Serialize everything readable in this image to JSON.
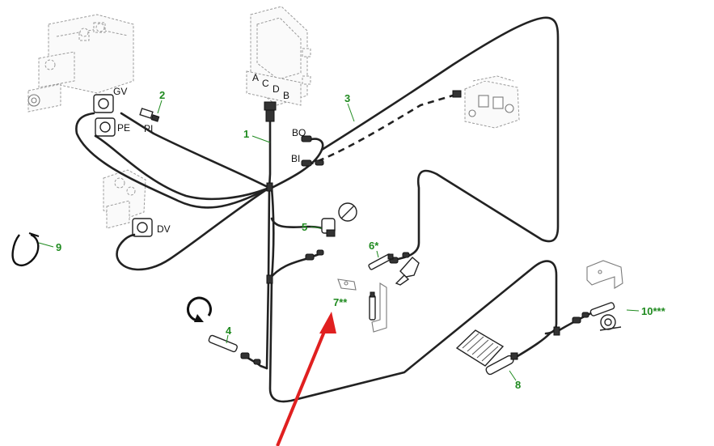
{
  "diagram": {
    "connectors": {
      "A": "A",
      "B": "B",
      "C": "C",
      "D": "D"
    },
    "labels": {
      "gv": "GV",
      "pe": "PE",
      "pi": "PI",
      "dv": "DV",
      "bo": "BO",
      "bi": "BI"
    },
    "callouts": {
      "c1": "1",
      "c2": "2",
      "c3": "3",
      "c4": "4",
      "c5": "5",
      "c6": "6*",
      "c7": "7**",
      "c8": "8",
      "c9": "9",
      "c10": "10***"
    },
    "colors": {
      "callout": "#1f8a1f",
      "arrow": "#e02020",
      "wire": "#222222"
    }
  }
}
